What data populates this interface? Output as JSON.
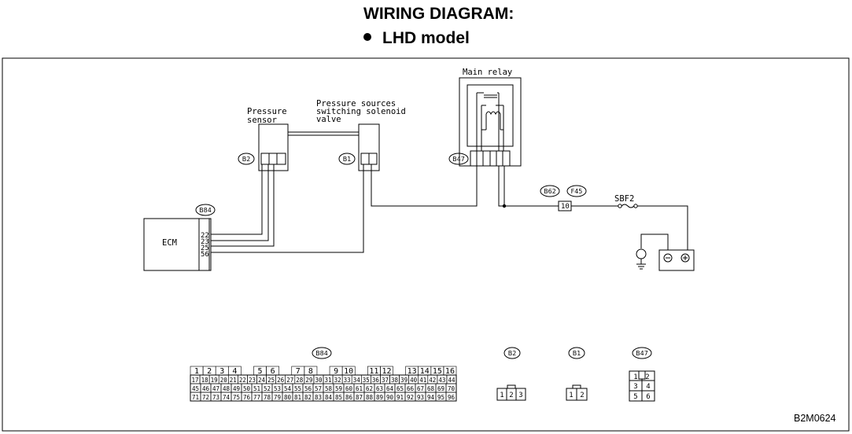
{
  "title": "WIRING DIAGRAM:",
  "subtitle": "LHD model",
  "components": {
    "pressure_sensor": [
      "Pressure",
      "sensor"
    ],
    "solenoid_valve": [
      "Pressure sources",
      "switching solenoid",
      "valve"
    ],
    "main_relay": "Main relay",
    "ecm": "ECM",
    "fuse": "SBF2"
  },
  "connector_tags": {
    "b2": "B2",
    "b1": "B1",
    "b47": "B47",
    "b84": "B84",
    "b62": "B62",
    "f45": "F45"
  },
  "ecm_pins": [
    "22",
    "23",
    "25",
    "56"
  ],
  "fuse_box_pin": "10",
  "connector_faces": {
    "b84_label": "B84",
    "b84_rows": [
      [
        "1",
        "2",
        "3",
        "4",
        "",
        "5",
        "6",
        "",
        "7",
        "8",
        "",
        "9",
        "10",
        "",
        "11",
        "12",
        "",
        "13",
        "14",
        "15",
        "16"
      ],
      [
        "17",
        "18",
        "19",
        "20",
        "21",
        "22",
        "23",
        "24",
        "25",
        "26",
        "27",
        "28",
        "29",
        "30",
        "31",
        "32",
        "33",
        "34",
        "35",
        "36",
        "37",
        "38",
        "39",
        "40",
        "41",
        "42",
        "43",
        "44"
      ],
      [
        "45",
        "46",
        "47",
        "48",
        "49",
        "50",
        "51",
        "52",
        "53",
        "54",
        "55",
        "56",
        "57",
        "58",
        "59",
        "60",
        "61",
        "62",
        "63",
        "64",
        "65",
        "66",
        "67",
        "68",
        "69",
        "70"
      ],
      [
        "71",
        "72",
        "73",
        "74",
        "75",
        "76",
        "77",
        "78",
        "79",
        "80",
        "81",
        "82",
        "83",
        "84",
        "85",
        "86",
        "87",
        "88",
        "89",
        "90",
        "91",
        "92",
        "93",
        "94",
        "95",
        "96"
      ]
    ],
    "b2_label": "B2",
    "b2_pins": [
      "1",
      "2",
      "3"
    ],
    "b1_label": "B1",
    "b1_pins": [
      "1",
      "2"
    ],
    "b47_label": "B47",
    "b47_pins": [
      "1",
      "2",
      "3",
      "4",
      "5",
      "6"
    ]
  },
  "figure_code": "B2M0624"
}
